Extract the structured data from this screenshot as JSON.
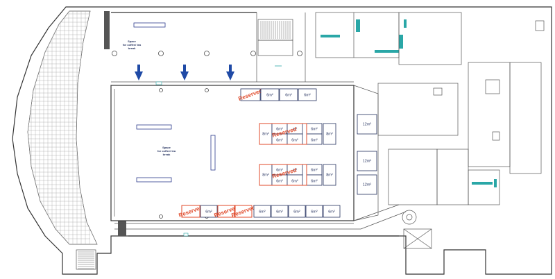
{
  "booths": {
    "top_row": [
      {
        "label": "Reserved",
        "reserved": true
      },
      {
        "label": "6m²"
      },
      {
        "label": "6m²"
      },
      {
        "label": "6m²"
      }
    ],
    "upper_block": {
      "left": "8m²",
      "top": [
        "6m²",
        "6m²",
        "6m²"
      ],
      "bottom": [
        "6m²",
        "6m²"
      ],
      "right_top": "6m²",
      "right": "8m²",
      "reserved_label": "Reserved",
      "sq": "m²"
    },
    "lower_block": {
      "left": "8m²",
      "top": [
        "6m²",
        "6m²",
        "6m²"
      ],
      "bottom": [
        "6m²",
        "6m²"
      ],
      "right_top": "6m²",
      "right": "8m²",
      "reserved_label": "Reserved",
      "sq": "m²"
    },
    "right_column": [
      "12m²",
      "12m²",
      "12m²"
    ],
    "bottom_row": [
      {
        "label": "Reserved",
        "reserved": true
      },
      {
        "label": "6m²"
      },
      {
        "label": "Reserved",
        "reserved": true
      },
      {
        "label": "Reserved",
        "reserved": true
      },
      {
        "label": "6m²"
      },
      {
        "label": "6m²"
      },
      {
        "label": "6m²"
      },
      {
        "label": "6m²"
      },
      {
        "label": "6m²"
      }
    ]
  },
  "notes": {
    "coffee_top": [
      "Space",
      "for coffee/ tea",
      "break"
    ],
    "coffee_mid": [
      "Space",
      "for coffee/ tea",
      "break"
    ]
  },
  "colors": {
    "booth_outline": "#23305e",
    "reserved": "#e04a2a",
    "arrow": "#1f4aa6",
    "restroom_fixture": "#2aa7a7"
  }
}
